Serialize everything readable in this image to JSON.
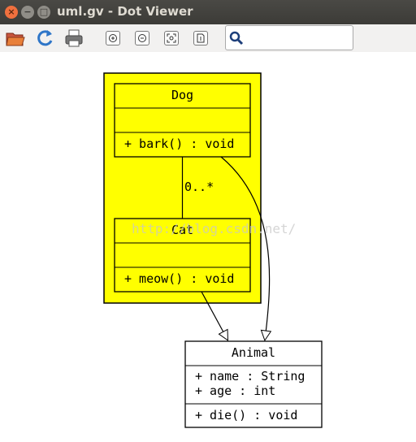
{
  "window": {
    "title": "uml.gv - Dot Viewer",
    "close_glyph": "×",
    "min_glyph": "−",
    "max_glyph": "□"
  },
  "toolbar": {
    "icons": [
      "open-icon",
      "reload-icon",
      "print-icon",
      "zoom-in-icon",
      "zoom-out-icon",
      "zoom-fit-icon",
      "zoom-100-icon",
      "search-icon"
    ],
    "search_value": ""
  },
  "diagram": {
    "dog": {
      "name": "Dog",
      "method": "+ bark() : void"
    },
    "cat": {
      "name": "Cat",
      "method": "+ meow() : void"
    },
    "animal": {
      "name": "Animal",
      "attr1": "+ name : String",
      "attr2": "+ age : int",
      "method": "+ die() : void"
    },
    "multiplicity": "0..*",
    "watermark": "http://blog.csdn.net/",
    "cluster_color": "#ffff00"
  }
}
